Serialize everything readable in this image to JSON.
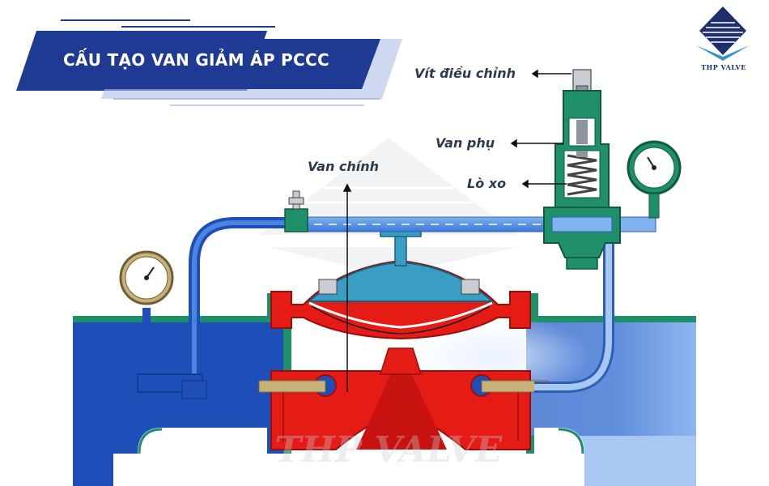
{
  "title": "CẤU TẠO VAN GIẢM ÁP PCCC",
  "brand": {
    "name": "THP VALVE",
    "watermark": "THP VALVE"
  },
  "labels": {
    "adjust_screw": "Vít điều chỉnh",
    "pilot_valve": "Van phụ",
    "spring": "Lò xo",
    "main_valve": "Van chính"
  },
  "colors": {
    "title_band": "#1f3a93",
    "pipe_water": "#1e4fb8",
    "valve_body": "#e51b16",
    "pilot_body": "#1f8f6a",
    "diaphragm": "#3a9dc4",
    "label_text": "#2d3a4e"
  }
}
